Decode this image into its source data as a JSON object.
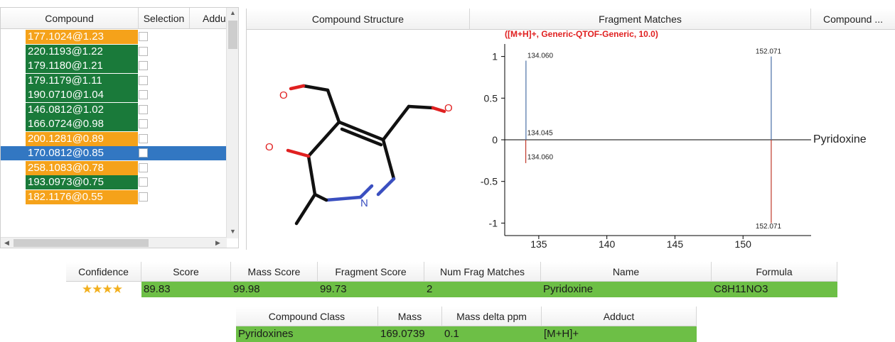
{
  "list": {
    "headers": {
      "compound": "Compound",
      "selection": "Selection",
      "adduct": "Addu"
    },
    "rows": [
      {
        "compound": "177.1024@1.23",
        "color": "#f5a21a",
        "selected": false
      },
      {
        "compound": "220.1193@1.22",
        "color": "#1a7a3a",
        "selected": false
      },
      {
        "compound": "179.1180@1.21",
        "color": "#1a7a3a",
        "selected": false
      },
      {
        "compound": "179.1179@1.11",
        "color": "#1a7a3a",
        "selected": false
      },
      {
        "compound": "190.0710@1.04",
        "color": "#1a7a3a",
        "selected": false
      },
      {
        "compound": "146.0812@1.02",
        "color": "#1a7a3a",
        "selected": false
      },
      {
        "compound": "166.0724@0.98",
        "color": "#1a7a3a",
        "selected": false
      },
      {
        "compound": "200.1281@0.89",
        "color": "#f5a21a",
        "selected": false
      },
      {
        "compound": "170.0812@0.85",
        "color": "#3277c2",
        "selected": true
      },
      {
        "compound": "258.1083@0.78",
        "color": "#f5a21a",
        "selected": false
      },
      {
        "compound": "193.0973@0.75",
        "color": "#1a7a3a",
        "selected": false
      },
      {
        "compound": "182.1176@0.55",
        "color": "#f5a21a",
        "selected": false
      }
    ]
  },
  "panel": {
    "headers": {
      "structure": "Compound Structure",
      "fragments": "Fragment Matches",
      "compound": "Compound ..."
    }
  },
  "molecule": {
    "atoms": {
      "o1": "O",
      "o2": "O",
      "o3": "O",
      "n1": "N"
    },
    "colors": {
      "bond": "#111111",
      "oxygen": "#e02020",
      "nitrogen": "#3a4fc0"
    }
  },
  "chart_data": {
    "type": "bar",
    "title": "([M+H]+, Generic-QTOF-Generic, 10.0)",
    "xlim": [
      132.5,
      155
    ],
    "ylim": [
      -1.15,
      1.15
    ],
    "x_ticks": [
      "135",
      "140",
      "145",
      "150"
    ],
    "y_ticks": [
      "1",
      "0.5",
      "0",
      "-0.5",
      "-1"
    ],
    "series": [
      {
        "color": "#4a6fa5",
        "x": [
          134.06,
          152.071
        ],
        "values": [
          0.95,
          1.0
        ]
      },
      {
        "color": "#c0392b",
        "x": [
          134.045,
          152.071
        ],
        "values": [
          -0.28,
          -1.0
        ]
      }
    ],
    "labels": [
      {
        "text": "134.060",
        "x": 134.06,
        "y": 0.95
      },
      {
        "text": "152.071",
        "x": 152.071,
        "y": 1.0
      },
      {
        "text": "134.045",
        "x": 134.045,
        "y": 0.02
      },
      {
        "text": "134.060",
        "x": 134.06,
        "y": -0.15
      },
      {
        "text": "152.071",
        "x": 152.071,
        "y": -0.98
      }
    ],
    "side_label": "Pyridoxine"
  },
  "results": {
    "headers": [
      "Confidence",
      "Score",
      "Mass Score",
      "Fragment Score",
      "Num Frag Matches",
      "Name",
      "Formula"
    ],
    "row": {
      "stars": 4,
      "score": "89.83",
      "mass_score": "99.98",
      "fragment_score": "99.73",
      "num_frag": "2",
      "name": "Pyridoxine",
      "formula": "C8H11NO3"
    }
  },
  "details": {
    "headers": [
      "Compound Class",
      "Mass",
      "Mass delta ppm",
      "Adduct"
    ],
    "row": {
      "compound_class": "Pyridoxines",
      "mass": "169.0739",
      "mass_delta": "0.1",
      "adduct": "[M+H]+"
    }
  }
}
